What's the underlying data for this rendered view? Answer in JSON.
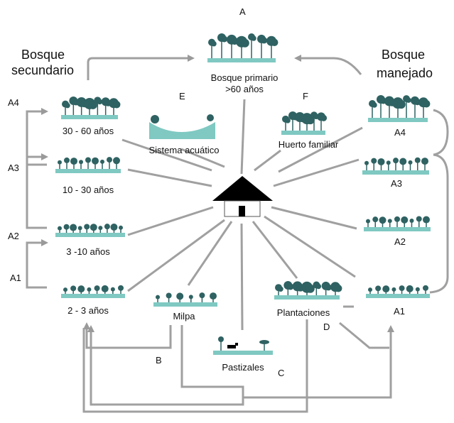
{
  "title_left": {
    "line1": "Bosque",
    "line2": "secundario"
  },
  "title_right": {
    "line1": "Bosque",
    "line2": "manejado"
  },
  "center_icon": "house-icon",
  "letters": {
    "a": "A",
    "b": "B",
    "c": "C",
    "d": "D",
    "e": "E",
    "f": "F"
  },
  "primary_forest": {
    "line1": "Bosque primario",
    "line2": ">60 años"
  },
  "secondary_stages": {
    "a4": {
      "code": "A4",
      "label": "30 - 60 años"
    },
    "a3": {
      "code": "A3",
      "label": "10 - 30 años"
    },
    "a2": {
      "code": "A2",
      "label": "3 -10 años"
    },
    "a1": {
      "code": "A1",
      "label": "2 - 3 años"
    }
  },
  "managed_stages": {
    "a4": "A4",
    "a3": "A3",
    "a2": "A2",
    "a1": "A1"
  },
  "land_uses": {
    "aquatic": "Sistema acuático",
    "garden": "Huerto familiar",
    "milpa": "Milpa",
    "pasture": "Pastizales",
    "plantations": "Plantaciones"
  },
  "colors": {
    "tree": "#2f6262",
    "ground": "#7fc9c2",
    "line": "#9a9a9a",
    "roof": "#000000"
  }
}
